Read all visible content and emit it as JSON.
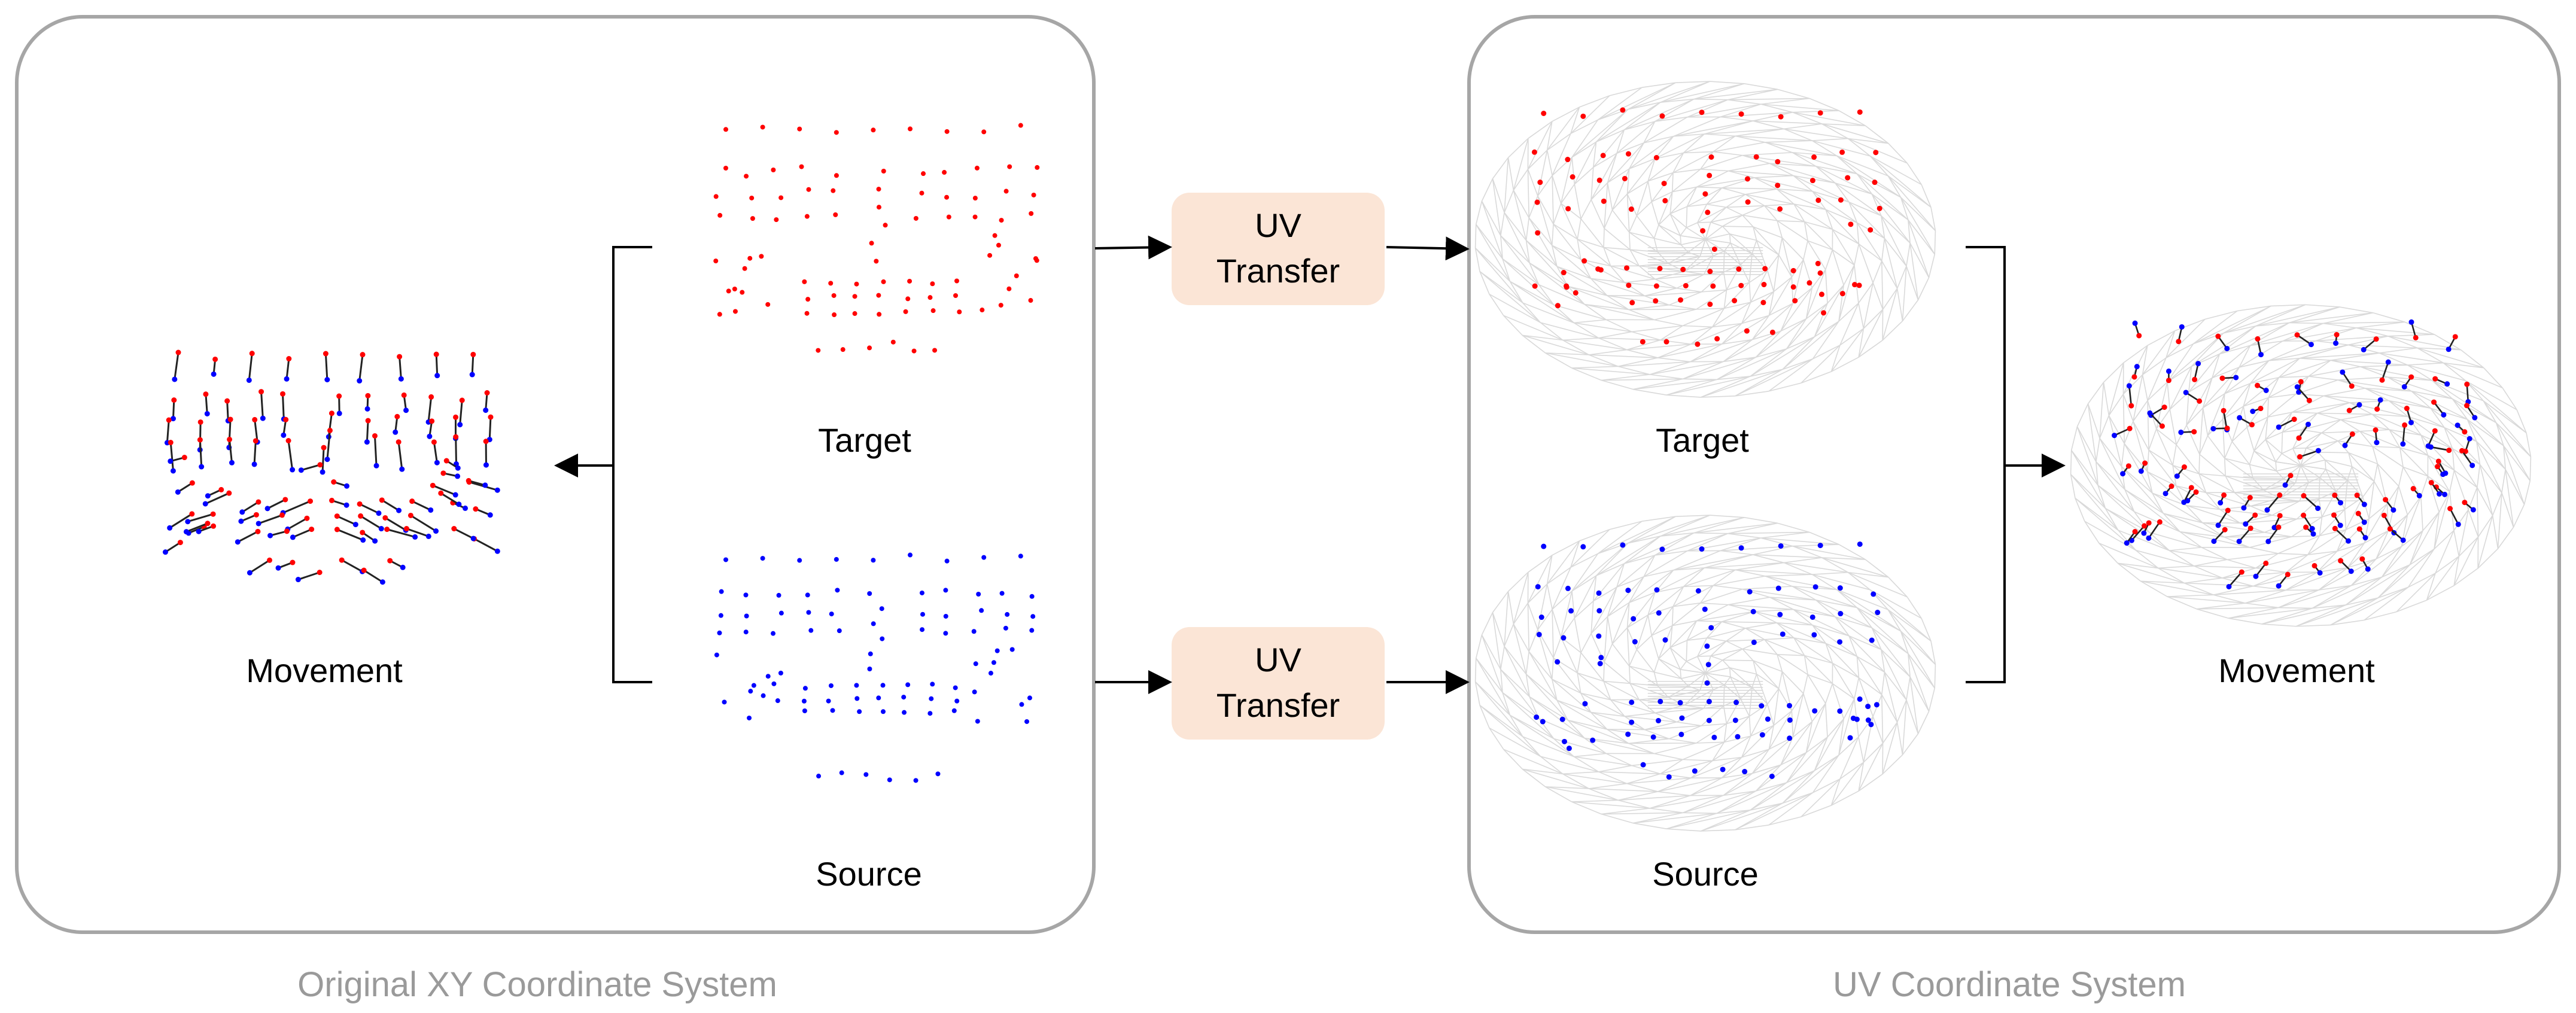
{
  "left_panel": {
    "caption": "Original XY Coordinate System",
    "target_label": "Target",
    "source_label": "Source",
    "movement_label": "Movement"
  },
  "uv_transfer_top": {
    "line1": "UV",
    "line2": "Transfer"
  },
  "uv_transfer_bottom": {
    "line1": "UV",
    "line2": "Transfer"
  },
  "right_panel": {
    "caption": "UV Coordinate System",
    "target_label": "Target",
    "source_label": "Source",
    "movement_label": "Movement"
  },
  "colors": {
    "panel_border": "#a6a6a6",
    "button_fill": "#fbe5d6",
    "target_points": "#ff0000",
    "source_points": "#0000ff",
    "mesh": "#d9d9d9",
    "caption": "#9a9a9a",
    "arrow": "#000000"
  }
}
